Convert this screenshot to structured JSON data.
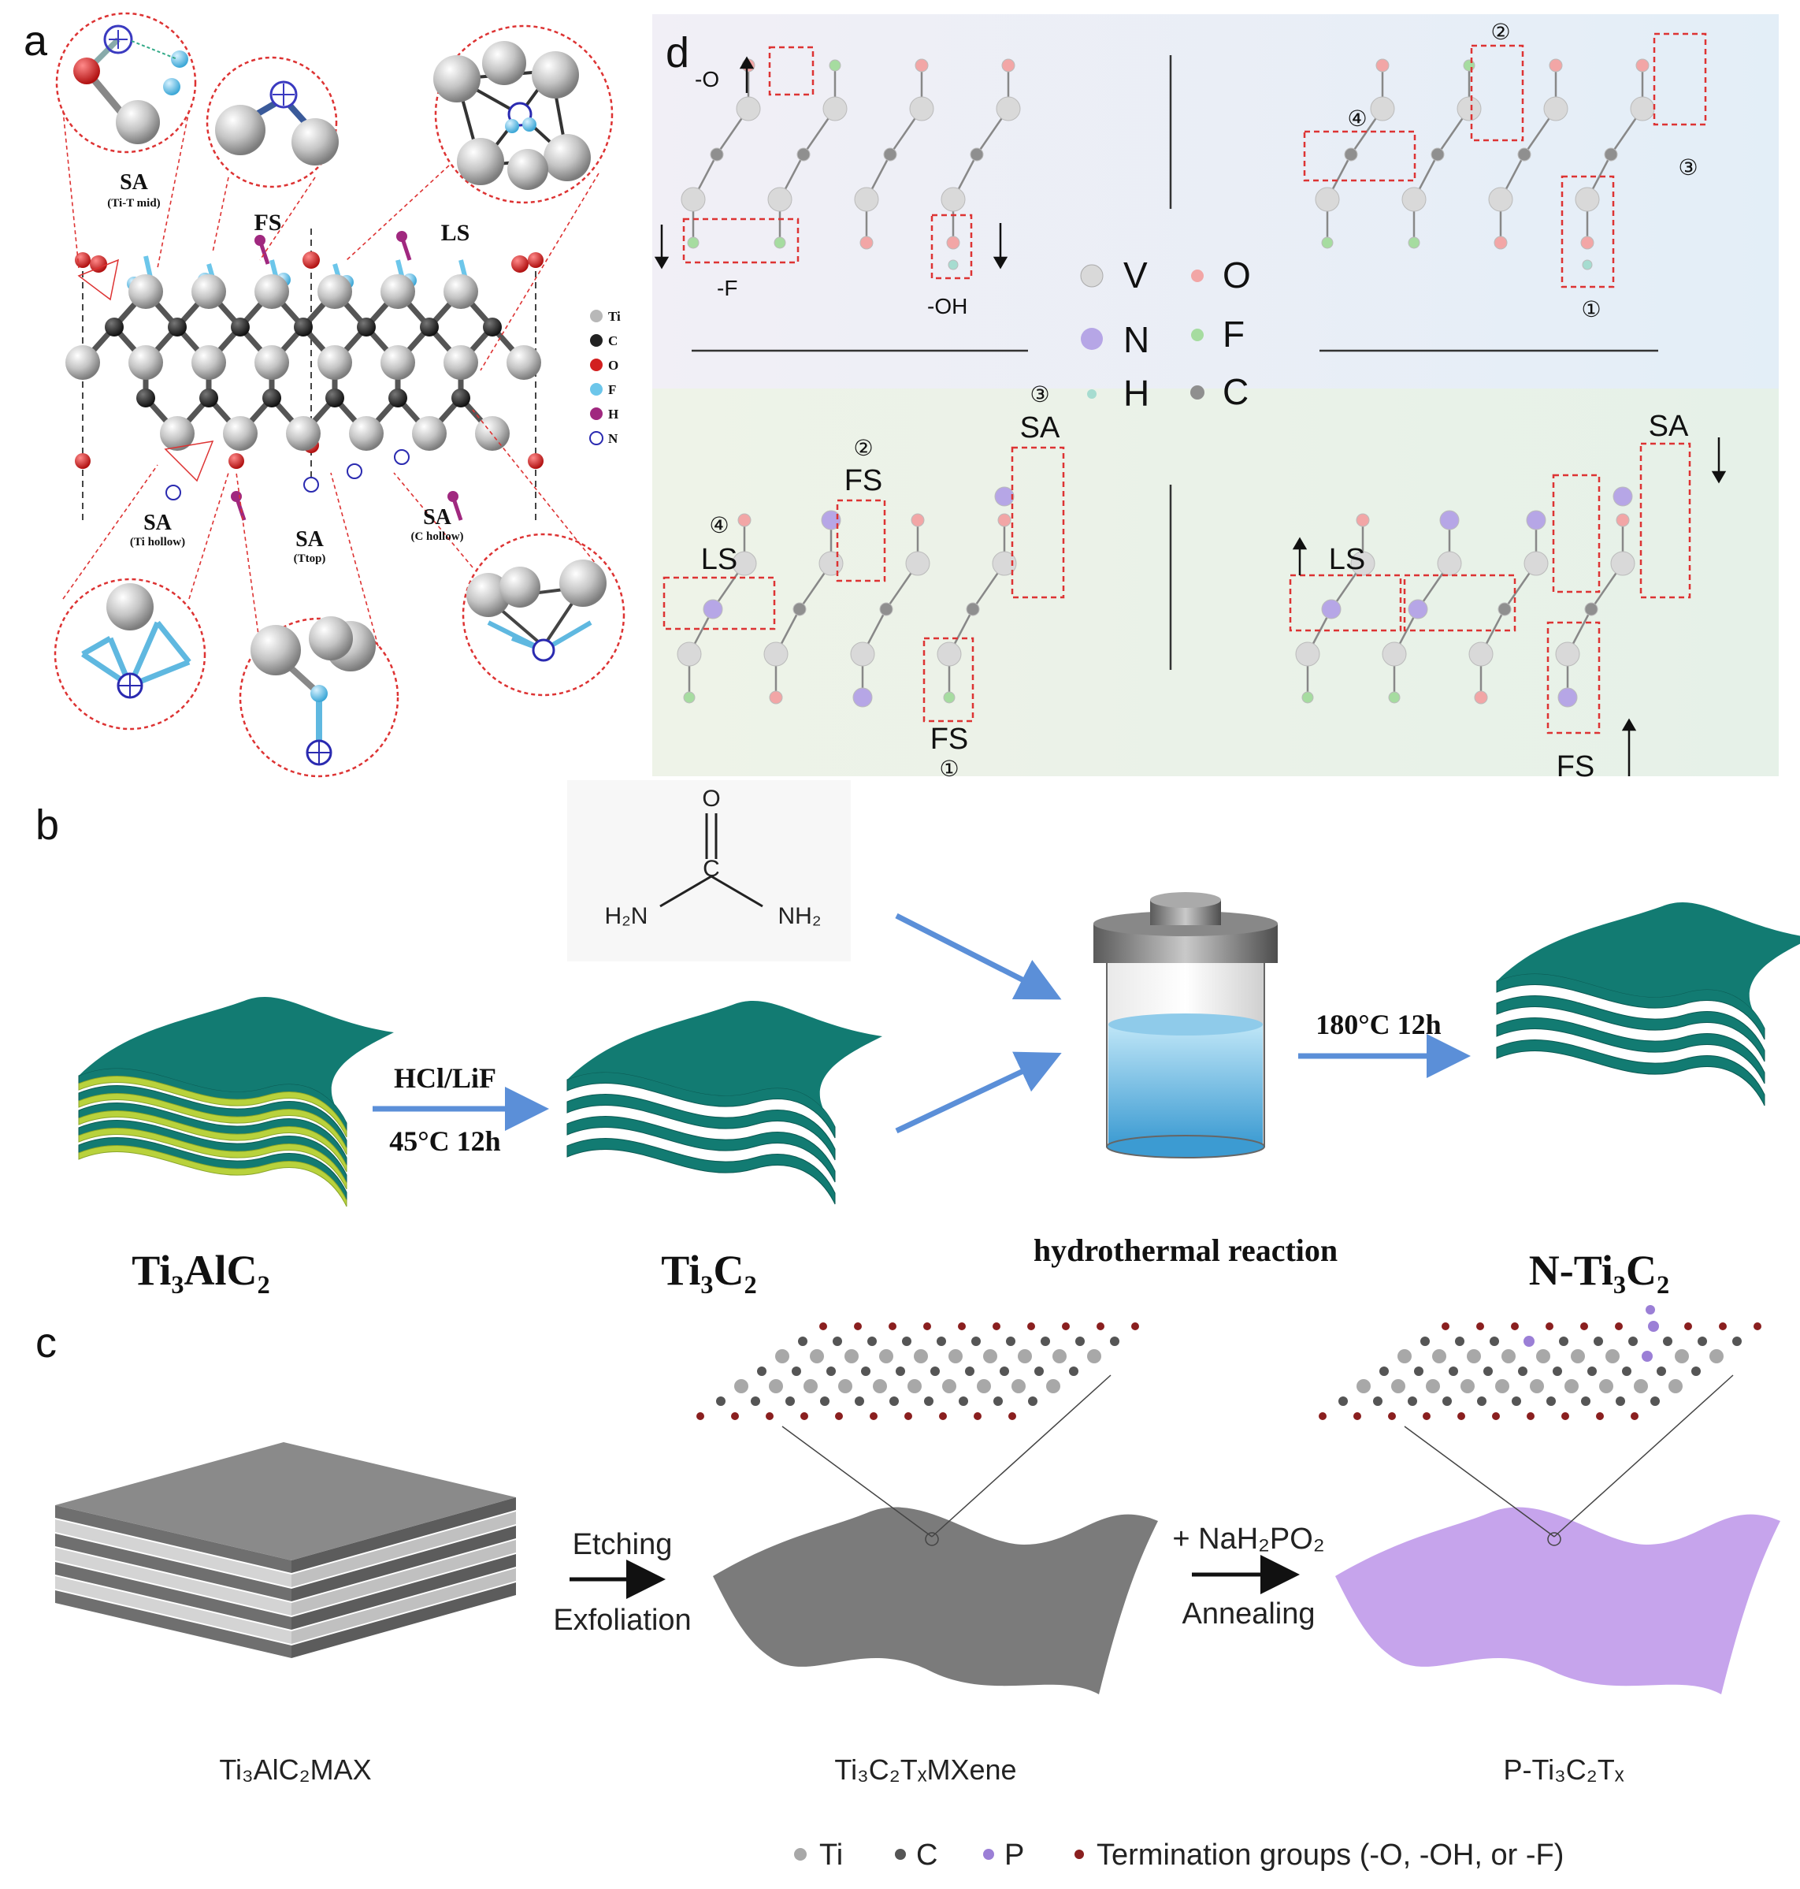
{
  "panels": {
    "a": {
      "letter": "a",
      "site_labels": {
        "sa_ti_t_mid": "SA",
        "sa_ti_t_mid_sub": "(Ti-T mid)",
        "fs": "FS",
        "ls": "LS",
        "sa_ti_hollow": "SA",
        "sa_ti_hollow_sub": "(Ti hollow)",
        "sa_ttop": "SA",
        "sa_ttop_sub": "(Ttop)",
        "sa_c_hollow": "SA",
        "sa_c_hollow_sub": "(C hollow)"
      },
      "legend": [
        {
          "label": "Ti",
          "color": "#b8b8b8"
        },
        {
          "label": "C",
          "color": "#222222"
        },
        {
          "label": "O",
          "color": "#d21f1f"
        },
        {
          "label": "F",
          "color": "#6cc6ea"
        },
        {
          "label": "H",
          "color": "#a0287f"
        },
        {
          "label": "N",
          "color": "#ffffff"
        }
      ]
    },
    "d": {
      "letter": "d",
      "q1_labels": {
        "o": "-O",
        "f": "-F",
        "oh": "-OH"
      },
      "q2_labels": {
        "c1": "①",
        "c2": "②",
        "c3": "③",
        "c4": "④"
      },
      "q3_labels": {
        "c1": "①",
        "c2": "②",
        "c3": "③",
        "c4": "④",
        "fs_top": "FS",
        "fs_bottom": "FS",
        "sa": "SA",
        "ls": "LS"
      },
      "q4_labels": {
        "sa": "SA",
        "ls": "LS",
        "fs": "FS"
      },
      "legend": [
        {
          "label": "V",
          "color": "#d9d9d9"
        },
        {
          "label": "O",
          "color": "#f2a6a6"
        },
        {
          "label": "N",
          "color": "#b6a6e6"
        },
        {
          "label": "F",
          "color": "#a6dca0"
        },
        {
          "label": "H",
          "color": "#a6dcd0"
        },
        {
          "label": "C",
          "color": "#8f8f8f"
        }
      ]
    },
    "b": {
      "letter": "b",
      "urea": {
        "o": "O",
        "c": "C",
        "nh2_left": "H₂N",
        "nh2_right": "NH₂"
      },
      "step1_top": "HCl/LiF",
      "step1_bottom": "45°C 12h",
      "step2_top": "180°C 12h",
      "label_max": "Ti₃AlC₂",
      "label_mxene": "Ti₃C₂",
      "label_reaction": "hydrothermal reaction",
      "label_product": "N-Ti₃C₂",
      "sheet_color": "#127b72",
      "layer_color": "#b9d23c"
    },
    "c": {
      "letter": "c",
      "step1_top": "Etching",
      "step1_bottom": "Exfoliation",
      "step2_top": "+ NaH₂PO₂",
      "step2_bottom": "Annealing",
      "label_max": "Ti₃AlC₂MAX",
      "label_mxene": "Ti₃C₂TₓMXene",
      "label_product": "P-Ti₃C₂Tₓ",
      "legend": [
        {
          "label": "Ti",
          "color": "#a8a8a8"
        },
        {
          "label": "C",
          "color": "#555555"
        },
        {
          "label": "P",
          "color": "#9b7fd6"
        },
        {
          "label": "Termination groups (-O, -OH, or -F)",
          "color": "#8a1f1f"
        }
      ],
      "sheet_gray": "#7b7b7b",
      "sheet_purple": "#c6a4ec"
    }
  }
}
